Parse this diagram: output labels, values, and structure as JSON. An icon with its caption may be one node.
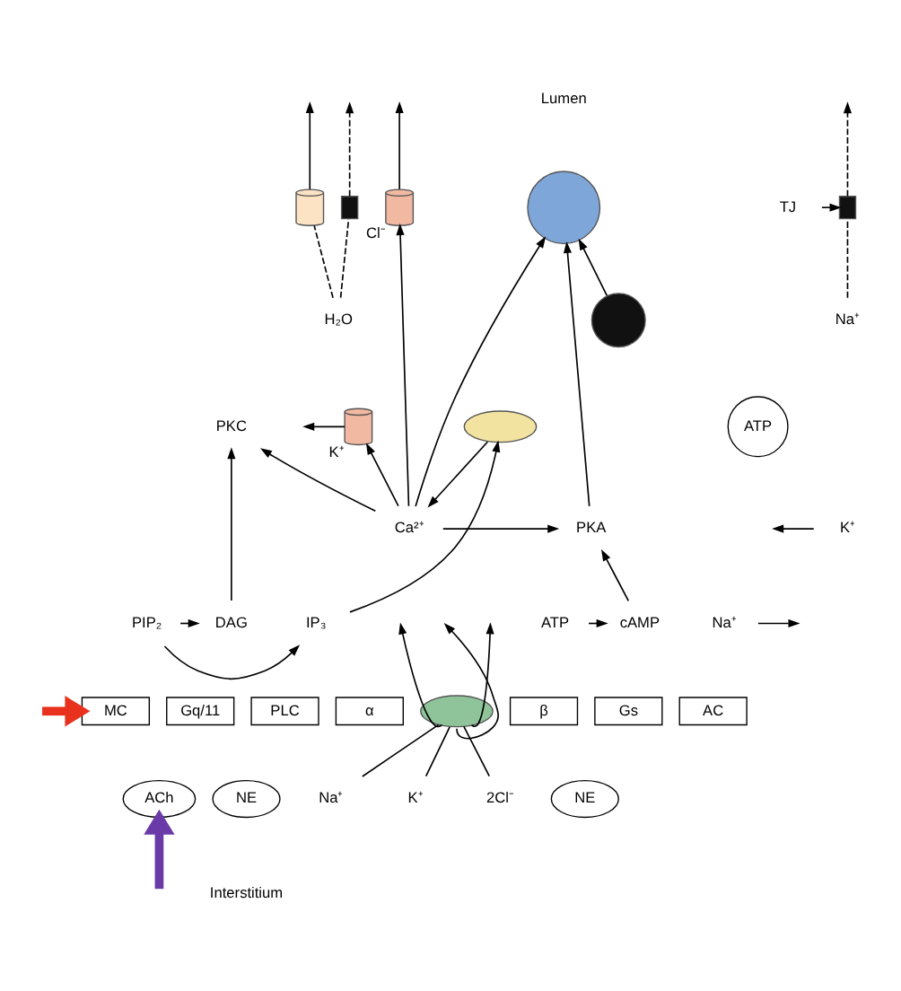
{
  "diagram": {
    "nodes": [
      {
        "text": [
          "H₂O"
        ]
      },
      {
        "text": [],
        "shape": "box"
      },
      {
        "text": [],
        "shape": "cylinder"
      },
      {
        "text": [],
        "shape": "cylinder",
        "beside": [
          "Cl⁻"
        ]
      },
      {
        "text": [],
        "shape": "circle"
      },
      {
        "text": [],
        "shape": "circle"
      },
      {
        "text": [],
        "shape": "box"
      },
      {
        "text": [
          "TJ"
        ]
      },
      {
        "text": [
          "Na⁺"
        ]
      },
      {
        "text": [
          "Ca²⁺"
        ]
      },
      {
        "text": [
          "PKA"
        ]
      },
      {
        "text": [],
        "shape": "cylinder",
        "beside": [
          "K⁺"
        ]
      },
      {
        "text": [
          "PKC"
        ]
      },
      {
        "text": [],
        "shape": "ellipse"
      },
      {
        "text": [
          "DAG"
        ]
      },
      {
        "text": [
          "IP₃"
        ]
      },
      {
        "text": [
          "PIP₂"
        ]
      },
      {
        "text": [
          "cAMP"
        ]
      },
      {
        "text": [
          "ATP"
        ]
      },
      {
        "text": [
          "ATP"
        ]
      },
      {
        "text": [
          "K⁺"
        ]
      },
      {
        "text": [
          "Na⁺"
        ]
      },
      {
        "text": [
          "MC"
        ]
      },
      {
        "text": [
          "Gq/11"
        ]
      },
      {
        "text": [
          "PLC"
        ]
      },
      {
        "text": [
          "α"
        ]
      },
      {
        "text": [],
        "shape": "ellipse"
      },
      {
        "text": [
          "β"
        ]
      },
      {
        "text": [
          "Gs"
        ]
      },
      {
        "text": [
          "AC"
        ]
      },
      {
        "text": [
          "ACh"
        ]
      },
      {
        "text": [
          "NE"
        ]
      },
      {
        "text": [
          "Na⁺"
        ]
      },
      {
        "text": [
          "K⁺"
        ]
      },
      {
        "text": [
          "2Cl⁻"
        ]
      },
      {
        "text": [
          "NE"
        ]
      }
    ],
    "edges": [
      {
        "from": 0,
        "to": 1,
        "arrow": "none",
        "style": "dashed"
      },
      {
        "from": 1,
        "to": null,
        "arrow": "to",
        "style": "dashed"
      },
      {
        "from": 0,
        "to": 2,
        "arrow": "none",
        "style": "dashed"
      },
      {
        "from": 2,
        "to": null,
        "arrow": "to"
      },
      {
        "from": 3,
        "to": null,
        "arrow": "to"
      },
      {
        "from": 8,
        "to": 6,
        "arrow": "none",
        "style": "dashed"
      },
      {
        "from": 6,
        "to": null,
        "arrow": "to",
        "style": "dashed"
      },
      {
        "from": 7,
        "to": 6,
        "arrow": "to"
      },
      {
        "from": 9,
        "to": 3,
        "arrow": "to"
      },
      {
        "from": 9,
        "to": 4,
        "arrow": "to"
      },
      {
        "from": 10,
        "to": 4,
        "arrow": "to"
      },
      {
        "from": 5,
        "to": 4,
        "arrow": "to"
      },
      {
        "from": 9,
        "to": 10,
        "arrow": "to"
      },
      {
        "from": 9,
        "to": 11,
        "arrow": "to"
      },
      {
        "from": 11,
        "to": null,
        "arrow": "to"
      },
      {
        "from": 9,
        "to": 12,
        "arrow": "to"
      },
      {
        "from": 13,
        "to": 9,
        "arrow": "to"
      },
      {
        "from": 14,
        "to": 12,
        "arrow": "to"
      },
      {
        "from": 15,
        "to": 13,
        "arrow": "to"
      },
      {
        "from": 16,
        "to": 14,
        "arrow": "to"
      },
      {
        "from": 16,
        "to": 15,
        "arrow": "to"
      },
      {
        "from": 18,
        "to": 17,
        "arrow": "to"
      },
      {
        "from": 17,
        "to": 10,
        "arrow": "to"
      },
      {
        "from": 20,
        "to": null,
        "arrow": "to"
      },
      {
        "from": 21,
        "to": null,
        "arrow": "to"
      },
      {
        "from": 32,
        "to": 26,
        "arrow": "none"
      },
      {
        "from": 33,
        "to": 26,
        "arrow": "none"
      },
      {
        "from": 34,
        "to": 26,
        "arrow": "none"
      },
      {
        "from": 26,
        "to": null,
        "arrow": "to"
      },
      {
        "from": 26,
        "to": null,
        "arrow": "to"
      },
      {
        "from": 26,
        "to": null,
        "arrow": "to"
      },
      {
        "from": null,
        "to": 22,
        "arrow": "to",
        "style": "thick",
        "color": "#e8321e"
      },
      {
        "from": null,
        "to": 30,
        "arrow": "to",
        "style": "thick",
        "color": "#6a3aa8"
      }
    ],
    "labels": [
      "Lumen",
      "Interstitium"
    ]
  }
}
